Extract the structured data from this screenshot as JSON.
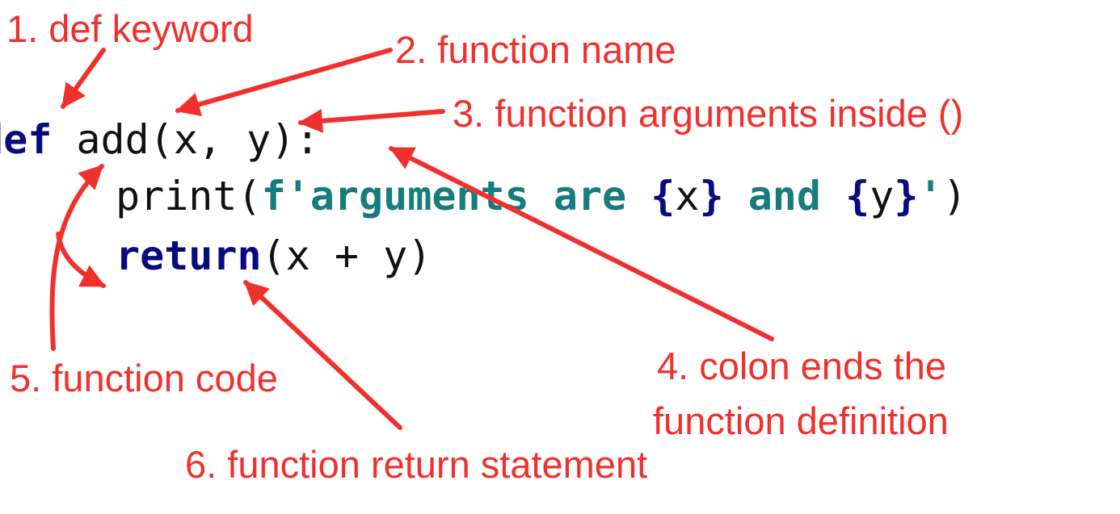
{
  "accent_color": "#f0302c",
  "code": {
    "line1": {
      "keyword": "def",
      "rest": " add(x, y):"
    },
    "line2": {
      "call": "print(",
      "fstring_start": "f'arguments are ",
      "brace_open_1": "{",
      "var_1": "x",
      "brace_close_1": "}",
      "fstring_mid": " and ",
      "brace_open_2": "{",
      "var_2": "y",
      "brace_close_2": "}",
      "fstring_end": "'",
      "call_end": ")"
    },
    "line3": {
      "keyword": "return",
      "rest": "(x + y)"
    }
  },
  "annotations": {
    "def_keyword": "1. def keyword",
    "function_name": "2. function name",
    "function_arguments": "3. function arguments inside ()",
    "colon_line1": "4. colon ends the",
    "colon_line2": "function definition",
    "function_code": "5. function code",
    "return_statement": "6. function return statement"
  }
}
